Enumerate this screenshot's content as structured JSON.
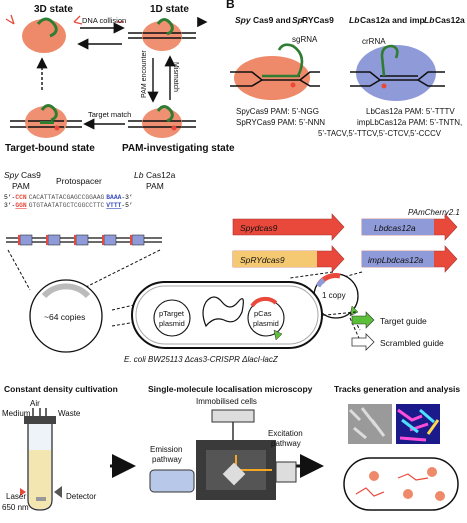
{
  "panel_b": {
    "letter": "B"
  },
  "states": {
    "s3d": "3D state",
    "s1d": "1D state",
    "target_bound": "Target-bound state",
    "pam_investigating": "PAM-investigating state"
  },
  "arrows": {
    "dna_collision": "DNA collision",
    "target_match": "Target match",
    "pam_encounter": "PAM encounter",
    "mismatch": "Mismatch"
  },
  "cas9": {
    "title_a": "Spy",
    "title_b": "Cas9 and ",
    "title_c": "Sp",
    "title_d": "RYCas9",
    "sgrna": "sgRNA",
    "pam1": "SpyCas9 PAM: 5’-NGG",
    "pam2": "SpRYCas9 PAM: 5’-NNN"
  },
  "cas12": {
    "title_a": "Lb",
    "title_b": "Cas12a and imp",
    "title_c": "Lb",
    "title_d": "Cas12a",
    "crrna": "crRNA",
    "pam1": "LbCas12a PAM: 5’-TTTV",
    "pam2": "impLbCas12a PAM: 5’-TNTN,",
    "pam3": "5’-TACV,5’-TTCV,5’-CTCV,5’-CCCV"
  },
  "protospacer": {
    "spy_label_a": "Spy",
    "spy_label_b": "Cas9",
    "spy_pam": "PAM",
    "protospacer": "Protospacer",
    "lb_label_a": "Lb",
    "lb_label_b": "Cas12a",
    "lb_pam": "PAM",
    "seq_top_prefix": "5’-",
    "seq_top_pam": "CCN",
    "seq_top_body": "CACATTATACGAGCCGGAAG",
    "seq_top_lbpam": "BAAA",
    "seq_top_suffix": "-3’",
    "seq_bot_prefix": "3’-",
    "seq_bot_pam": "GGN",
    "seq_bot_body": "GTGTAATATGCTCGGCCTTC",
    "seq_bot_lbpam": "VTTT",
    "seq_bot_suffix": "-5’"
  },
  "genes": {
    "pamcherry": "PAmCherry2.1",
    "spy": "Spydcas9",
    "lb": "Lbdcas12a",
    "spry": "SpRYdcas9",
    "implb": "impLbdcas12a"
  },
  "plasmids": {
    "copies64": "~64 copies",
    "one_copy": "1 copy",
    "ptarget_a": "pTarget",
    "ptarget_b": "plasmid",
    "pcas_a": "pCas",
    "pcas_b": "plasmid",
    "target_guide": "Target guide",
    "scrambled_guide": "Scrambled guide",
    "strain": "E. coli BW25113 Δcas3-CRISPR ΔlacI-lacZ"
  },
  "bottom": {
    "cultivation": "Constant density cultivation",
    "air": "Air",
    "medium": "Medium",
    "waste": "Waste",
    "laser_a": "Laser",
    "laser_b": "650 nm",
    "detector": "Detector",
    "microscopy": "Single-molecule localisation microscopy",
    "immobilised": "Immobilised cells",
    "emission_a": "Emission",
    "emission_b": "pathway",
    "excitation_a": "Excitation",
    "excitation_b": "pathway",
    "tracks": "Tracks generation and analysis"
  },
  "colors": {
    "protein_orange": "#ee8a6a",
    "protein_blue": "#8f9ad8",
    "rna_green": "#2e7d32",
    "spy_red": "#e8493b",
    "lb_blue": "#6f7fd6",
    "spry_yellow": "#f5c971",
    "guide_green": "#5cbf3a"
  }
}
